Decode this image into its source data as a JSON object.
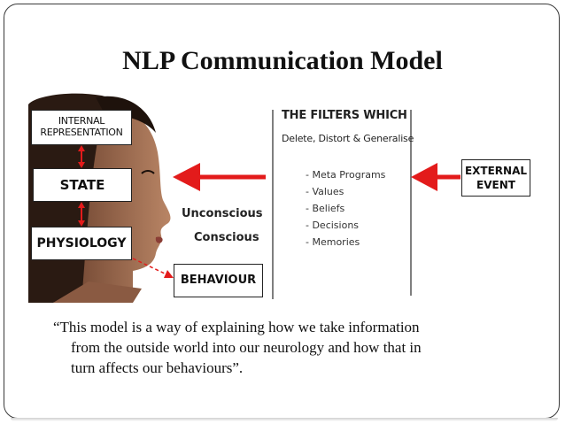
{
  "title": "NLP Communication Model",
  "boxes": {
    "internal_line1": "INTERNAL",
    "internal_line2": "REPRESENTATION",
    "state": "STATE",
    "physiology": "PHYSIOLOGY",
    "behaviour": "BEHAVIOUR",
    "external_line1": "EXTERNAL",
    "external_line2": "EVENT"
  },
  "labels": {
    "unconscious": "Unconscious",
    "conscious": "Conscious"
  },
  "filters": {
    "title": "THE FILTERS WHICH",
    "subtitle": "Delete, Distort & Generalise",
    "items": [
      "- Meta Programs",
      "- Values",
      "- Beliefs",
      "- Decisions",
      "- Memories"
    ]
  },
  "quote": {
    "line1": "“This model is a way of explaining how we take information",
    "line2": "from the outside world into our neurology and how that in",
    "line3": "turn affects our behaviours”."
  },
  "colors": {
    "arrow_red": "#e31b1b",
    "skin": "#a8765a",
    "hair": "#2a1a12"
  }
}
